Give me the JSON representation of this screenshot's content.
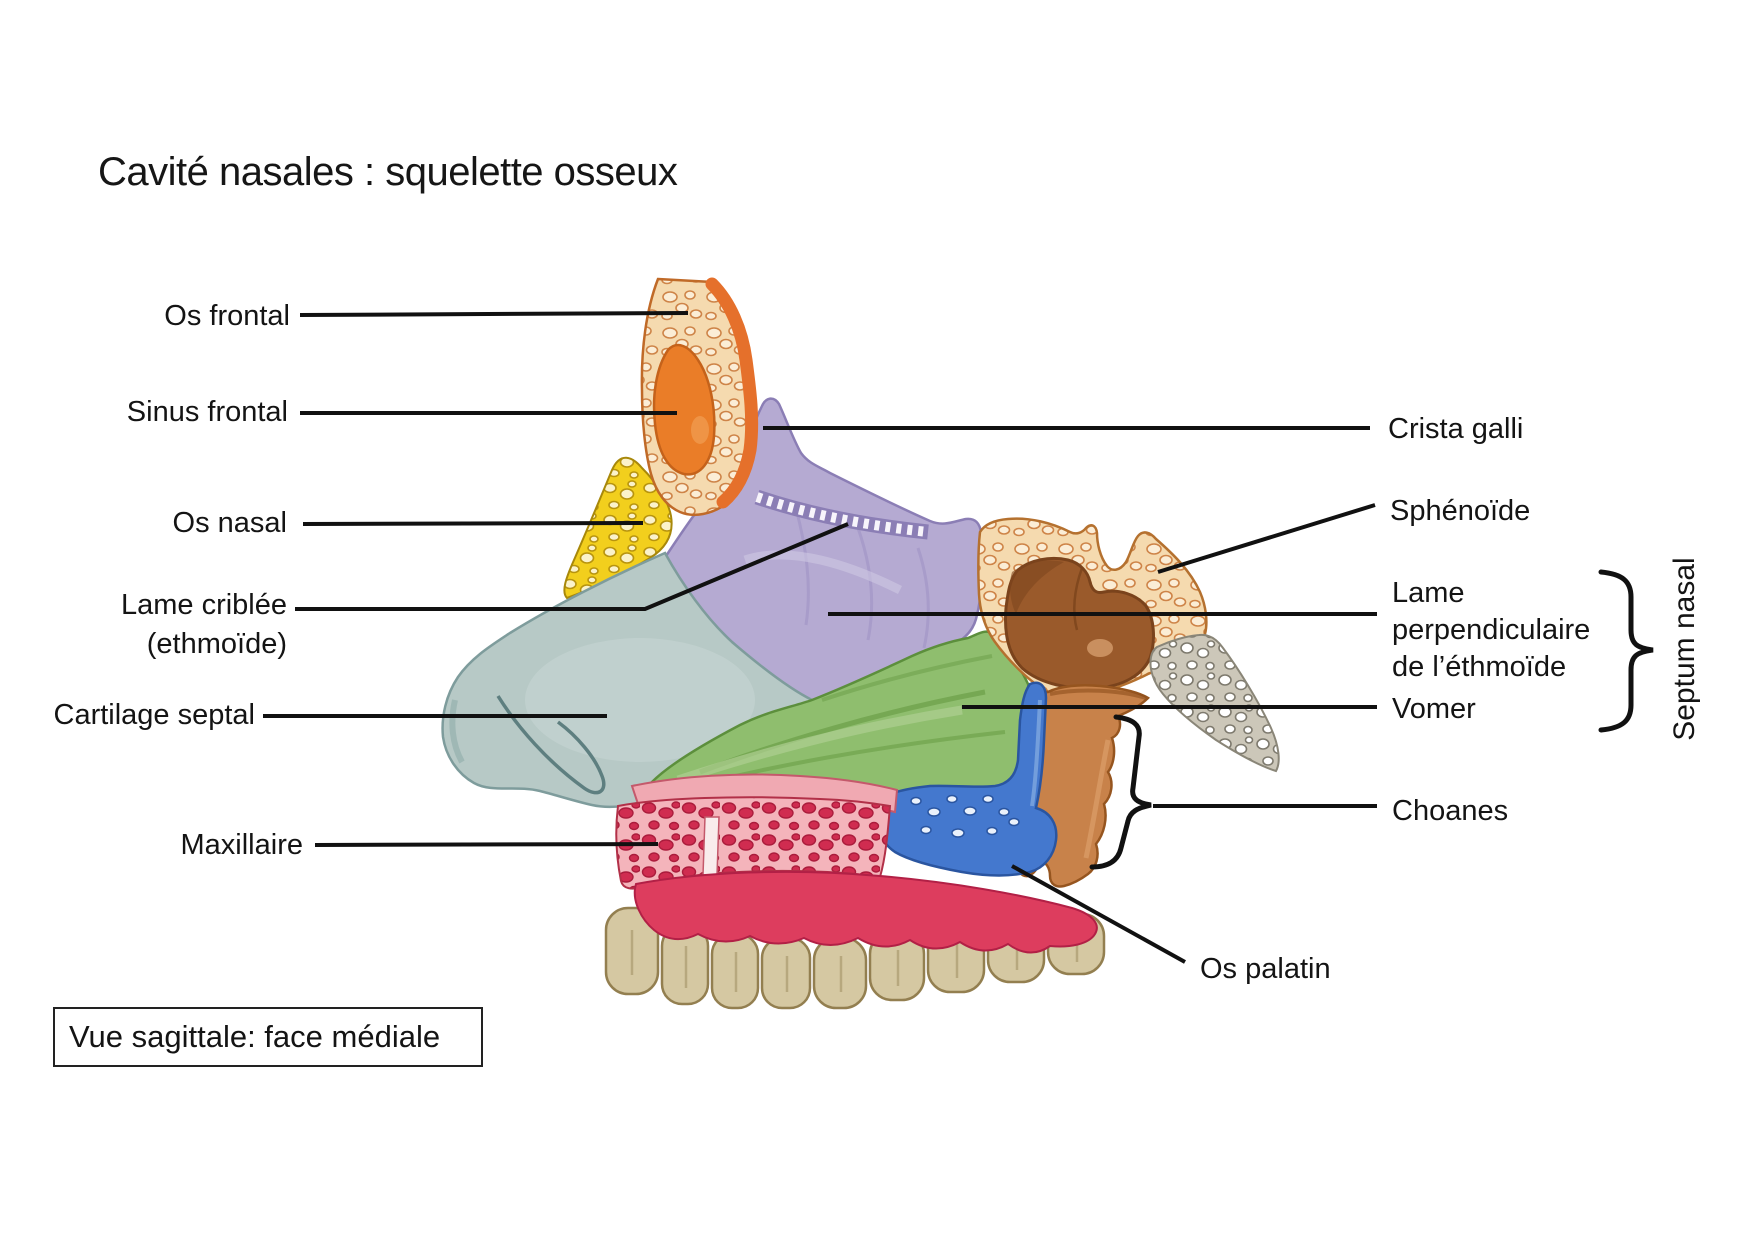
{
  "title": "Cavité nasales : squelette osseux",
  "caption": "Vue sagittale: face médiale",
  "labels": {
    "os_frontal": "Os frontal",
    "sinus_frontal": "Sinus frontal",
    "os_nasal": "Os nasal",
    "lame_criblee_line1": "Lame criblée",
    "lame_criblee_line2": "(ethmoïde)",
    "cartilage_septal": "Cartilage septal",
    "maxillaire": "Maxillaire",
    "crista_galli": "Crista galli",
    "sphenoide": "Sphénoïde",
    "lame_perpendiculaire_line1": "Lame",
    "lame_perpendiculaire_line2": "perpendiculaire",
    "lame_perpendiculaire_line3": "de l’éthmoïde",
    "vomer": "Vomer",
    "septum_nasal": "Septum nasal",
    "choanes": "Choanes",
    "os_palatin": "Os palatin"
  },
  "colors": {
    "frontal_bone_orange": "#E5702B",
    "frontal_sinus": "#EA7D28",
    "nasal_bone_yellow": "#F2CF1D",
    "ethmoid_lavender": "#B5AAD2",
    "septal_cartilage_teal": "#B7C9C6",
    "vomer_green": "#8FBE6E",
    "palatine_blue": "#4478CE",
    "maxilla_pink": "#F4B4BB",
    "gum_red": "#DD3D5E",
    "sphenoid_cavity_brown": "#9A5A2B",
    "palatine_tan": "#C8824A",
    "leader_line": "#111111"
  }
}
